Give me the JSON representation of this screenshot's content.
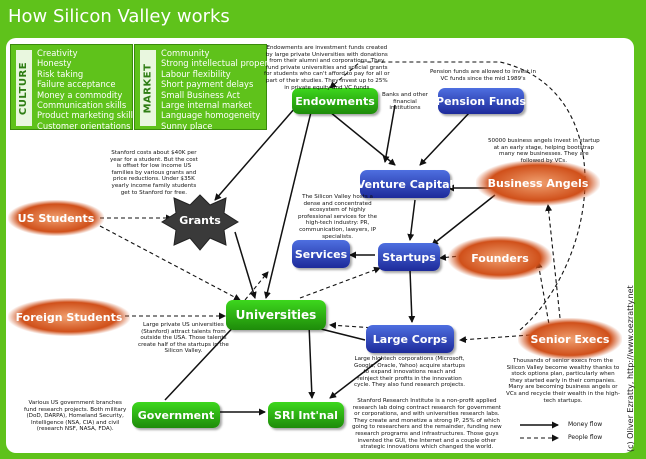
{
  "title": "How Silicon Valley works",
  "credit": "(c) Oliver Ezratty, http://www.oezratty.net",
  "culture": {
    "label": "CULTURE",
    "items": [
      "Creativity",
      "Honesty",
      "Risk taking",
      "Failure acceptance",
      "Money a commodity",
      "Communication skills",
      "Product marketing skills",
      "Customer orientations"
    ]
  },
  "market": {
    "label": "MARKET",
    "items": [
      "Community",
      "Strong intellectual property",
      "Labour flexibility",
      "Short payment delays",
      "Small Business Act",
      "Large internal market",
      "Language homogeneity",
      "Sunny place"
    ]
  },
  "nodes": {
    "endowments": "Endowments",
    "pension_funds": "Pension Funds",
    "venture_capital": "Venture Capital",
    "business_angels": "Business Angels",
    "us_students": "US Students",
    "grants": "Grants",
    "services": "Services",
    "startups": "Startups",
    "founders": "Founders",
    "foreign_students": "Foreign Students",
    "universities": "Universities",
    "large_corps": "Large Corps",
    "senior_execs": "Senior Execs",
    "government": "Government",
    "sri": "SRI Int'nal"
  },
  "notes": {
    "endowments": [
      "Endowments are investment funds created",
      "by large private Universities with donations",
      "from their alumni and corporations. They",
      "fund private universities and special grants",
      "for students who can't afford to pay for all or",
      "part of their studies. They invest up to 25%",
      "in private equity and VC funds"
    ],
    "other_fin": [
      "Banks and other",
      "financial",
      "institutions"
    ],
    "pension": [
      "Pension funds are allowed to invest in",
      "VC funds since the mid 1989's"
    ],
    "angels": [
      "50000 business angels invest in startup",
      "at an early stage, helping bootstrap",
      "many new businesses. They are",
      "followed by VCs."
    ],
    "stanford_cost": [
      "Stanford costs about $40K per",
      "year for a student. But the cost",
      "is offset for low income US",
      "families by various grants and",
      "price reductions. Under $35K",
      "yearly income family students",
      "get to Stanford for free."
    ],
    "ecosystem": [
      "The Silicon Valley hosts a",
      "dense and concentrated",
      "ecosystem of highly",
      "professional services for the",
      "high-tech industry: PR,",
      "communication, lawyers, IP",
      "specialists."
    ],
    "private_univ": [
      "Large private US universities",
      "(Stanford) attract talents from",
      "outside the USA. Those talents",
      "create half of the startups in the",
      "Silicon Valley."
    ],
    "large_corps": [
      "Large hightech corporations (Microsoft,",
      "Google, Oracle, Yahoo) acquire startups",
      "to expand innovations reach and",
      "reinject their profits in the innovation",
      "cycle. They also fund research projects."
    ],
    "senior": [
      "Thousands of senior execs from the",
      "Silicon Valley become wealthy thanks to",
      "stock options plan, particularly when",
      "they started early in their companies.",
      "Many are becoming business angels or",
      "VCs and recycle their wealth in the high-",
      "tech startups."
    ],
    "government": [
      "Various US government branches",
      "fund research projects. Both military",
      "(DoD, DARPA), Homeland Security,",
      "Intelligence (NSA, CIA) and civil",
      "(research NSF, NASA, FDA)."
    ],
    "sri": [
      "Stanford Research Institute is a non-profit applied",
      "research lab doing contract research for government",
      "or corporations, and with universities research labs.",
      "They create and monetize a strong IP, 25% of which",
      "going to researchers and the remainder, funding new",
      "research programs and infrastructures. Those guys",
      "invented the GUI, the Internet and a couple other",
      "strategic innovations which changed the world."
    ]
  },
  "legend": {
    "money": "Money flow",
    "people": "People flow"
  },
  "colors": {
    "frame": "#5fc21b",
    "green_node": "#2fae12",
    "blue_node": "#2b3fb8",
    "orange_node": "#d0501a",
    "grants_star": "#3a3a3a"
  }
}
